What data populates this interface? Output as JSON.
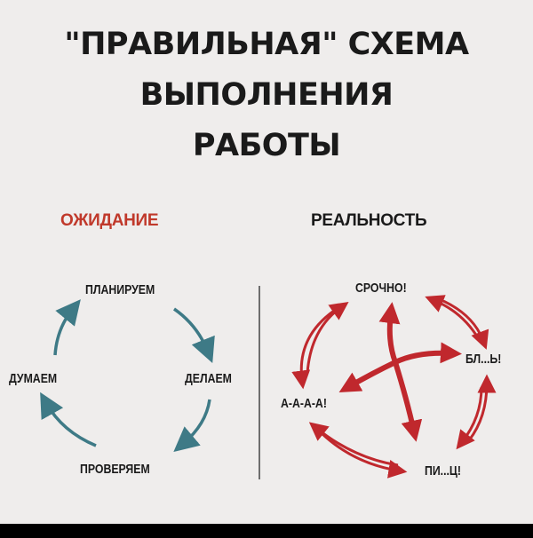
{
  "title": {
    "line1": "\"ПРАВИЛЬНАЯ\" СХЕМА",
    "line2": "ВЫПОЛНЕНИЯ",
    "line3": "РАБОТЫ"
  },
  "expectation": {
    "heading": "ОЖИДАНИЕ",
    "top": "ПЛАНИРУЕМ",
    "left": "ДУМАЕМ",
    "right": "ДЕЛАЕМ",
    "bottom": "ПРОВЕРЯЕМ"
  },
  "reality": {
    "heading": "РЕАЛЬНОСТЬ",
    "top": "СРОЧНО!",
    "left": "А-А-А-А!",
    "right": "БЛ...Ь!",
    "bottom": "ПИ...Ц!"
  },
  "colors": {
    "expectation_heading": "#c0392b",
    "reality_heading": "#1a1a1a",
    "expectation_arrows": "#3e7a86",
    "reality_arrows": "#c0282d"
  }
}
